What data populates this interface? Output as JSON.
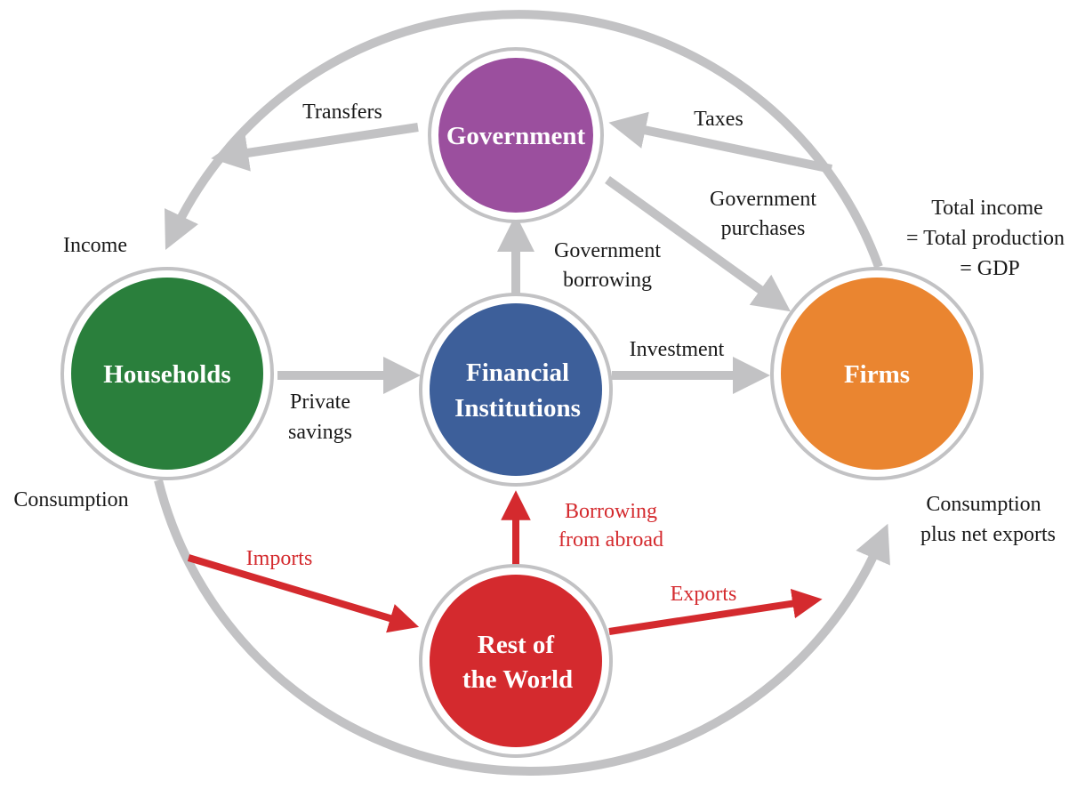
{
  "colors": {
    "government": "#9b4f9e",
    "financial": "#3d5f9a",
    "households": "#2a7f3c",
    "firms": "#ea8530",
    "world": "#d42a2e",
    "flow": "#c2c2c4",
    "trade": "#d42a2e"
  },
  "nodes": {
    "government": {
      "label": "Government"
    },
    "financial": {
      "line1": "Financial",
      "line2": "Institutions"
    },
    "households": {
      "label": "Households"
    },
    "firms": {
      "label": "Firms"
    },
    "world": {
      "line1": "Rest of",
      "line2": "the World"
    }
  },
  "flows": {
    "transfers": "Transfers",
    "taxes": "Taxes",
    "income": "Income",
    "government_purchases": {
      "line1": "Government",
      "line2": "purchases"
    },
    "gdp": {
      "line1": "Total income",
      "line2": "= Total production",
      "line3": "= GDP"
    },
    "government_borrowing": {
      "line1": "Government",
      "line2": "borrowing"
    },
    "investment": "Investment",
    "private_savings": {
      "line1": "Private",
      "line2": "savings"
    },
    "consumption": "Consumption",
    "consumption_net_exports": {
      "line1": "Consumption",
      "line2": "plus net exports"
    },
    "borrowing_abroad": {
      "line1": "Borrowing",
      "line2": "from abroad"
    },
    "imports": "Imports",
    "exports": "Exports"
  }
}
